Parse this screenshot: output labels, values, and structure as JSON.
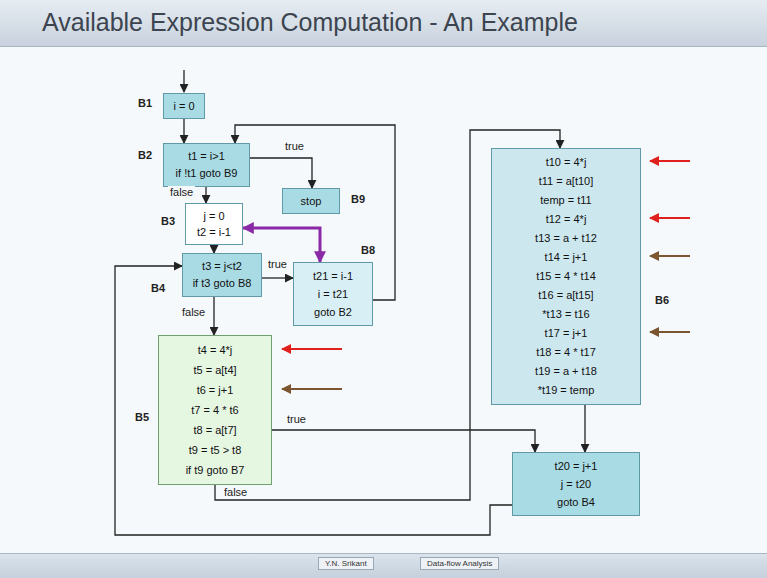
{
  "diagram": {
    "title": "Available Expression Computation - An Example",
    "nodes": [
      {
        "text": [
          "B1",
          "i = 0"
        ]
      },
      {
        "text": [
          "B2",
          "t1 = i>1",
          "if !t1 goto B9"
        ]
      },
      {
        "text": [
          "B9",
          "stop"
        ]
      },
      {
        "text": [
          "B3",
          "j = 0",
          "t2 = i-1"
        ]
      },
      {
        "text": [
          "B4",
          "t3 = j<t2",
          "if t3 goto B8"
        ]
      },
      {
        "text": [
          "B8",
          "t21 = i-1",
          "i = t21",
          "goto B2"
        ]
      },
      {
        "text": [
          "B5",
          "t4 = 4*j",
          "t5 = a[t4]",
          "t6 = j+1",
          "t7 = 4 * t6",
          "t8 = a[t7]",
          "t9 = t5 > t8",
          "if t9 goto B7"
        ]
      },
      {
        "text": [
          "B6",
          "t10 = 4*j",
          "t11 = a[t10]",
          "temp = t11",
          "t12 = 4*j",
          "t13 = a + t12",
          "t14 = j+1",
          "t15 = 4 * t14",
          "t16 = a[t15]",
          "*t13 = t16",
          "t17 = j+1",
          "t18 = 4 * t17",
          "t19 = a + t18",
          "*t19 = temp"
        ]
      },
      {
        "text": [
          "t20 = j+1",
          "j = t20",
          "goto B4"
        ]
      }
    ],
    "edges": [
      {
        "from": 0,
        "to": 1,
        "arrow": "to"
      },
      {
        "from": 1,
        "to": 2,
        "label": "true",
        "arrow": "to"
      },
      {
        "from": 1,
        "to": 3,
        "label": "false",
        "arrow": "to"
      },
      {
        "from": 3,
        "to": 4,
        "arrow": "to"
      },
      {
        "from": 4,
        "to": 5,
        "label": "true",
        "arrow": "to"
      },
      {
        "from": 4,
        "to": 6,
        "label": "false",
        "arrow": "to"
      },
      {
        "from": 6,
        "to": 8,
        "label": "true",
        "arrow": "to"
      },
      {
        "from": 6,
        "to": 7,
        "label": "false",
        "arrow": "to"
      },
      {
        "from": 7,
        "to": 8,
        "arrow": "to"
      },
      {
        "from": 8,
        "to": 4,
        "arrow": "to"
      },
      {
        "from": 5,
        "to": 1,
        "arrow": "to"
      },
      {
        "from": 3,
        "to": 5,
        "arrow": "both"
      }
    ],
    "labels": [
      "Y.N. Srikant",
      "Data-flow Analysis"
    ]
  }
}
